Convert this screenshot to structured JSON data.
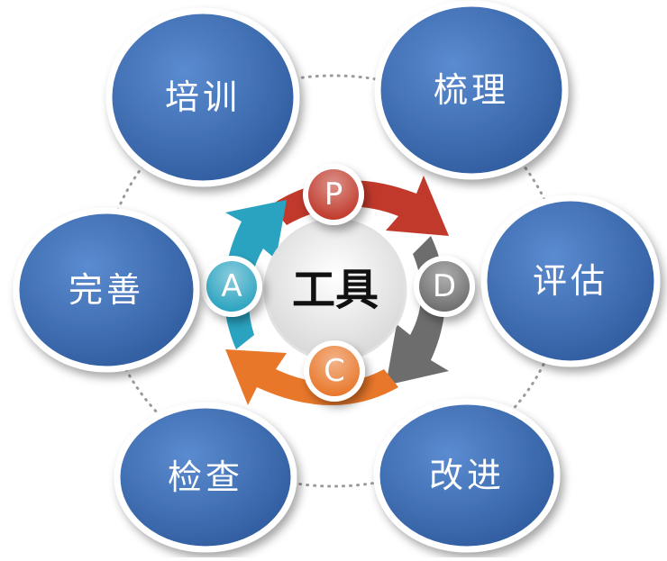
{
  "center": {
    "label": "工具"
  },
  "nodes": [
    {
      "label": "培训"
    },
    {
      "label": "梳理"
    },
    {
      "label": "评估"
    },
    {
      "label": "改进"
    },
    {
      "label": "检查"
    },
    {
      "label": "完善"
    }
  ],
  "cycle": [
    {
      "letter": "P",
      "color": "#c0392b"
    },
    {
      "letter": "D",
      "color": "#6d6d6d"
    },
    {
      "letter": "C",
      "color": "#e8772a"
    },
    {
      "letter": "A",
      "color": "#2aa3c0"
    }
  ],
  "colors": {
    "node_fill": "#3e6fb3",
    "node_border": "#ffffff",
    "dotted_ring": "#9a9a9a"
  }
}
